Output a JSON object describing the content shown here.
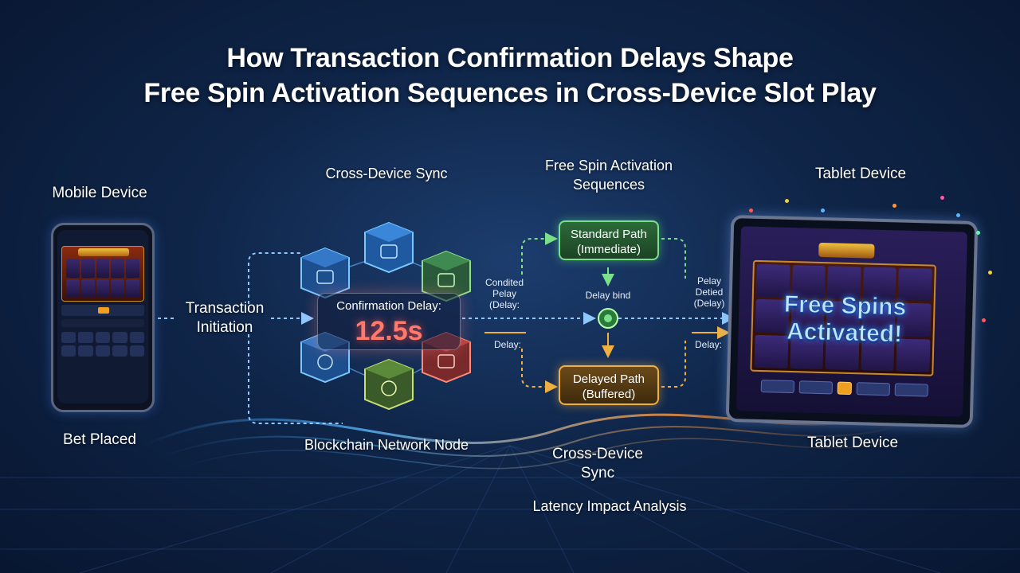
{
  "title": {
    "line1": "How Transaction Confirmation Delays Shape",
    "line2": "Free Spin Activation Sequences in Cross-Device Slot Play"
  },
  "labels": {
    "mobile_device": "Mobile Device",
    "bet_placed": "Bet Placed",
    "transaction_initiation": "Transaction Initiation",
    "cross_device_sync_top": "Cross-Device Sync",
    "blockchain_node": "Blockchain Network Node",
    "free_spin_sequences": "Free Spin Activation Sequences",
    "tablet_device_top": "Tablet Device",
    "tablet_device_bottom": "Tablet Device",
    "cross_device_sync_bottom": "Cross-Device Sync",
    "latency_analysis": "Latency Impact Analysis"
  },
  "confirmation": {
    "title": "Confirmation Delay:",
    "value": "12.5s"
  },
  "paths": {
    "standard": "Standard Path (Immediate)",
    "delayed": "Delayed Path (Buffered)",
    "delay_bind": "Delay bind"
  },
  "edge_labels": {
    "condition_delay": "Condited Pelay (Delay:",
    "delay_left": "Delay:",
    "pelay_detied": "Pelay Detied (Delay)",
    "delay_right": "Delay:"
  },
  "tablet_screen": {
    "free_spins_line1": "Free Spins",
    "free_spins_line2": "Activated!"
  },
  "colors": {
    "accent_red": "#ff7a6a",
    "path_green": "#7be08a",
    "path_orange": "#f0b040",
    "connector_blue": "#8fc8ff"
  }
}
